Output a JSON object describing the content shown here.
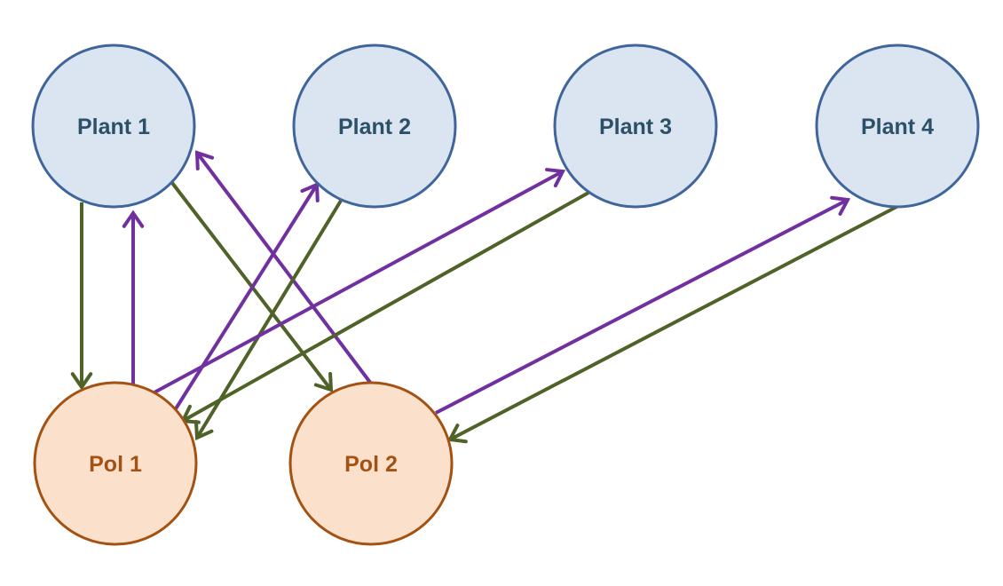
{
  "colors": {
    "plant_fill": "#dbe5f1",
    "plant_stroke": "#3f659a",
    "plant_text": "#2b5068",
    "pol_fill": "#fbe1cc",
    "pol_stroke": "#a35213",
    "pol_text": "#a35213",
    "edge_green": "#4f6228",
    "edge_purple": "#7030a0"
  },
  "nodes": {
    "plant1": {
      "label": "Plant 1",
      "kind": "plant"
    },
    "plant2": {
      "label": "Plant 2",
      "kind": "plant"
    },
    "plant3": {
      "label": "Plant 3",
      "kind": "plant"
    },
    "plant4": {
      "label": "Plant 4",
      "kind": "plant"
    },
    "pol1": {
      "label": "Pol 1",
      "kind": "pollinator"
    },
    "pol2": {
      "label": "Pol 2",
      "kind": "pollinator"
    }
  },
  "edges": [
    {
      "from": "plant1",
      "to": "pol1",
      "color": "green"
    },
    {
      "from": "pol1",
      "to": "plant1",
      "color": "purple"
    },
    {
      "from": "plant1",
      "to": "pol2",
      "color": "green"
    },
    {
      "from": "pol2",
      "to": "plant1",
      "color": "purple"
    },
    {
      "from": "pol1",
      "to": "plant2",
      "color": "purple"
    },
    {
      "from": "plant2",
      "to": "pol1",
      "color": "green"
    },
    {
      "from": "pol1",
      "to": "plant3",
      "color": "purple"
    },
    {
      "from": "plant3",
      "to": "pol1",
      "color": "green"
    },
    {
      "from": "pol2",
      "to": "plant4",
      "color": "purple"
    },
    {
      "from": "plant4",
      "to": "pol2",
      "color": "green"
    }
  ]
}
